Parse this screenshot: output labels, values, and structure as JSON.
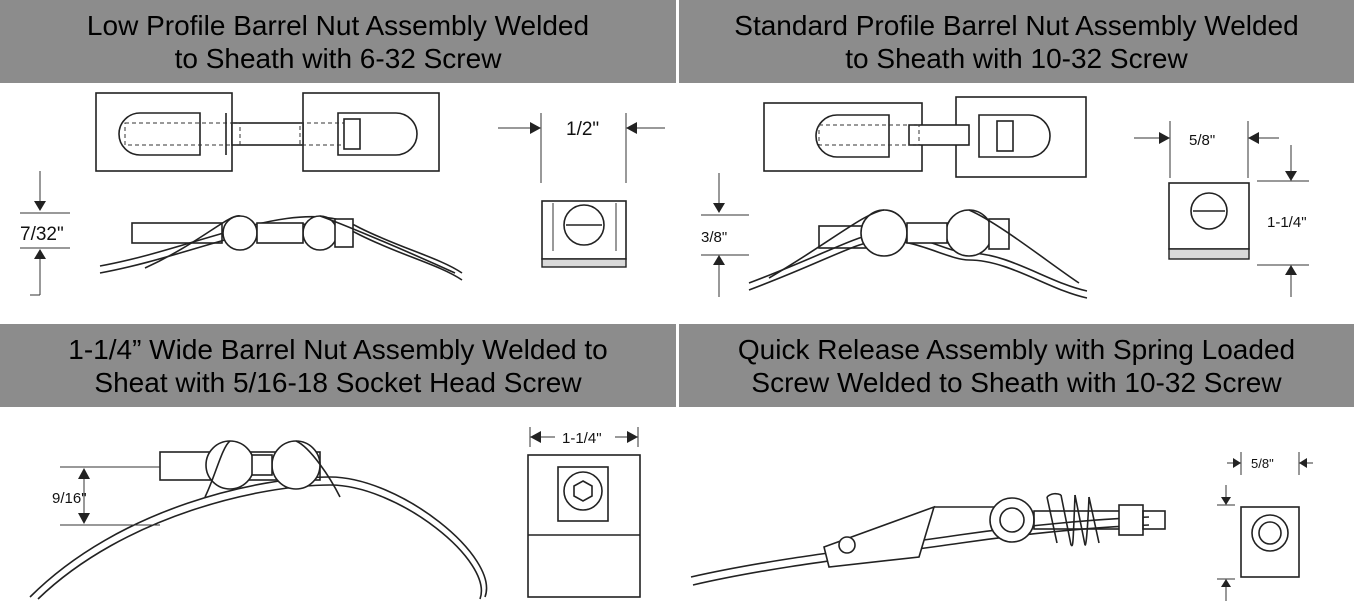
{
  "panels": [
    {
      "title_line1": "Low Profile Barrel Nut Assembly Welded",
      "title_line2": "to Sheath with 6-32 Screw",
      "dims": {
        "height": "7/32\"",
        "width": "1/2\""
      }
    },
    {
      "title_line1": "Standard Profile Barrel Nut Assembly Welded",
      "title_line2": "to Sheath with 10-32 Screw",
      "dims": {
        "height": "3/8\"",
        "width": "5/8\"",
        "length": "1-1/4\""
      }
    },
    {
      "title_line1": "1-1/4” Wide Barrel Nut Assembly Welded to",
      "title_line2": "Sheat with 5/16-18 Socket Head Screw",
      "dims": {
        "height": "9/16\"",
        "width": "1-1/4\""
      }
    },
    {
      "title_line1": "Quick Release Assembly with Spring Loaded",
      "title_line2": "Screw Welded to Sheath with 10-32 Screw",
      "dims": {
        "width": "5/8\""
      }
    }
  ]
}
